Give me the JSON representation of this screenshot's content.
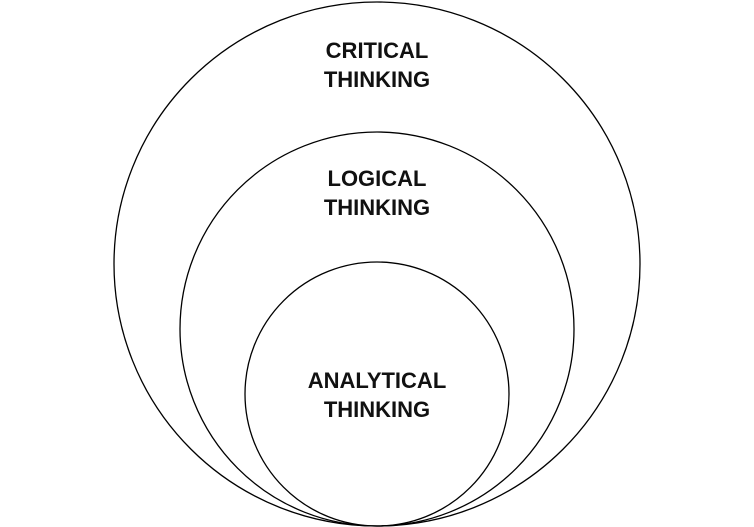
{
  "diagram": {
    "outer": {
      "line1": "CRITICAL",
      "line2": "THINKING"
    },
    "middle": {
      "line1": "LOGICAL",
      "line2": "THINKING"
    },
    "inner": {
      "line1": "ANALYTICAL",
      "line2": "THINKING"
    },
    "stroke_color": "#000000",
    "text_color": "#111111",
    "background": "#ffffff"
  }
}
